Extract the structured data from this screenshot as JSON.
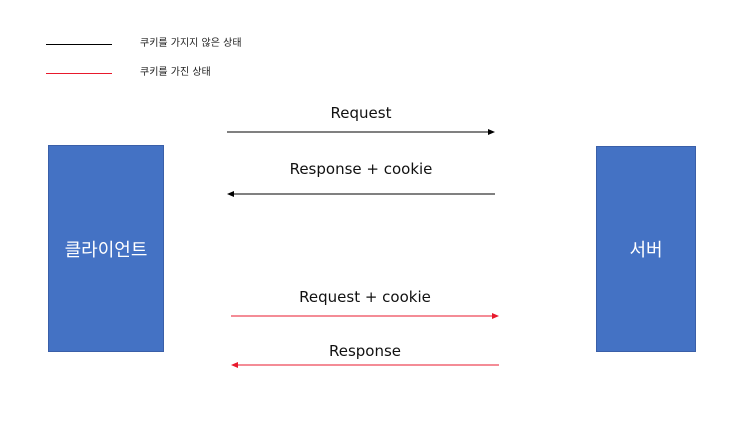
{
  "colors": {
    "no_cookie": "#000000",
    "with_cookie": "#e8192c",
    "box_fill": "#4472c4",
    "box_text": "#ffffff"
  },
  "legend": [
    {
      "label": "쿠키를 가지지 않은 상태",
      "color": "#000000"
    },
    {
      "label": "쿠키를 가진 상태",
      "color": "#e8192c"
    }
  ],
  "nodes": {
    "client": "클라이언트",
    "server": "서버"
  },
  "messages": [
    {
      "label": "Request",
      "direction": "client-to-server",
      "state": "no_cookie"
    },
    {
      "label": "Response + cookie",
      "direction": "server-to-client",
      "state": "no_cookie"
    },
    {
      "label": "Request + cookie",
      "direction": "client-to-server",
      "state": "with_cookie"
    },
    {
      "label": "Response",
      "direction": "server-to-client",
      "state": "with_cookie"
    }
  ]
}
